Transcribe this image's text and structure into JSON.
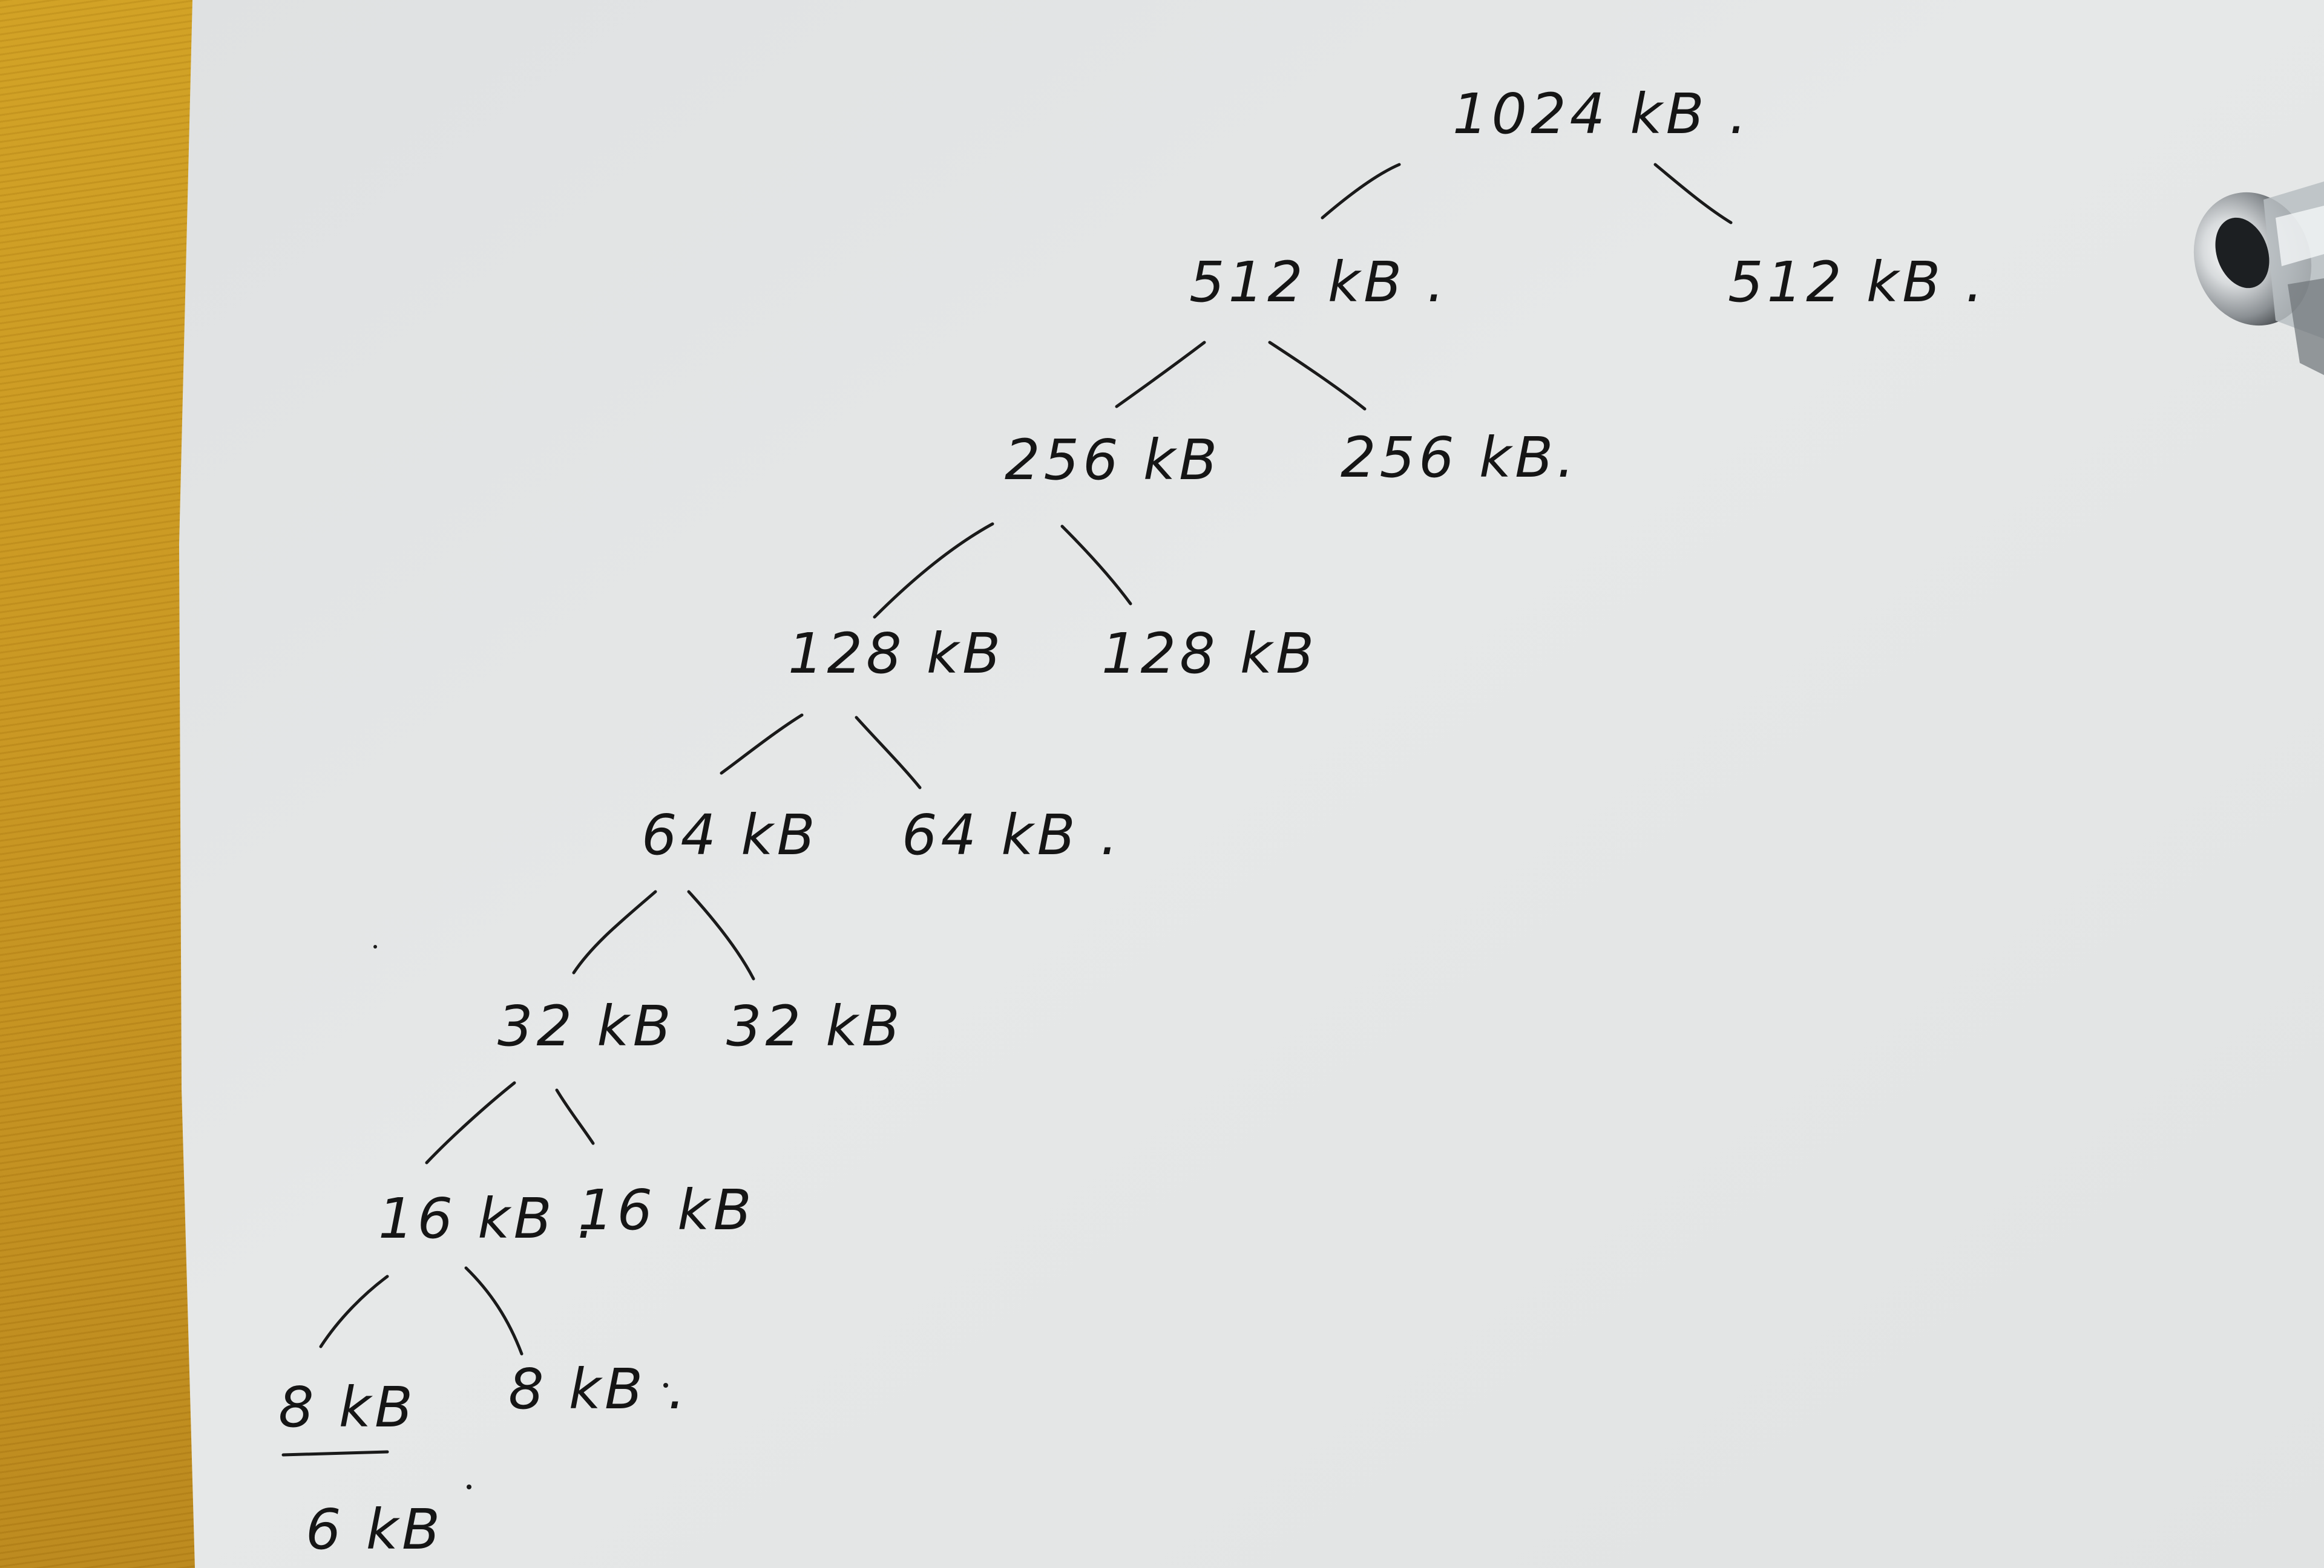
{
  "tree": {
    "root": "1024 kB .",
    "level1": {
      "left": "512 kB .",
      "right": "512 kB ."
    },
    "level2": {
      "left": "256 kB",
      "right": "256 kB."
    },
    "level3": {
      "left": "128 kB",
      "right": "128 kB"
    },
    "level4": {
      "left": "64 kB",
      "right": "64 kB ."
    },
    "level5": {
      "left": "32 kB",
      "right": "32 kB"
    },
    "level6": {
      "left": "16 kB .",
      "right": "16 kB"
    },
    "level7": {
      "left": "8 kB",
      "right": "8 kB ."
    },
    "remainder": "6 kB"
  },
  "colors": {
    "paper": "#e4e6e6",
    "ink": "#1a1a1a",
    "desk": "#c99a22"
  }
}
